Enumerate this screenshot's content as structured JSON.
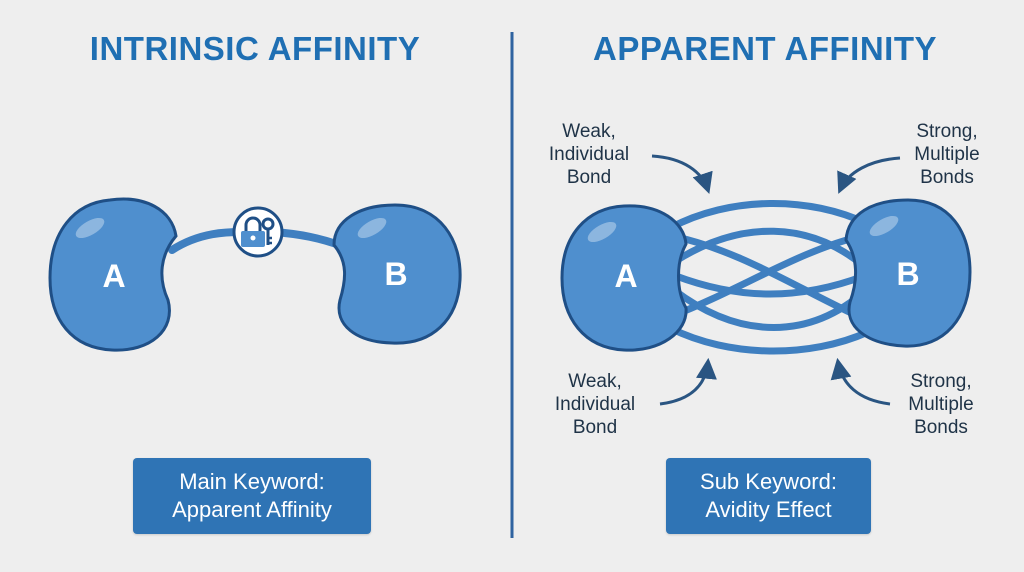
{
  "colors": {
    "background": "#eeeeee",
    "title": "#1f6fb3",
    "protein_fill": "#4f8fce",
    "protein_stroke": "#1f4f86",
    "bond": "#3f7fc0",
    "bond_stroke": "#1f4f86",
    "divider": "#2f63a0",
    "arrow": "#2a5582",
    "keyword_box": "#2f74b5"
  },
  "left_panel": {
    "title": "INTRINSIC AFFINITY",
    "protein_a": "A",
    "protein_b": "B",
    "bond_icon": "lock-and-key-icon",
    "keyword": {
      "line1": "Main Keyword:",
      "line2": "Apparent Affinity"
    }
  },
  "right_panel": {
    "title": "APPARENT AFFINITY",
    "protein_a": "A",
    "protein_b": "B",
    "callouts": {
      "top_left": [
        "Weak,",
        "Individual",
        "Bond"
      ],
      "top_right": [
        "Strong,",
        "Multiple",
        "Bonds"
      ],
      "bottom_left": [
        "Weak,",
        "Individual",
        "Bond"
      ],
      "bottom_right": [
        "Strong,",
        "Multiple",
        "Bonds"
      ]
    },
    "keyword": {
      "line1": "Sub Keyword:",
      "line2": "Avidity Effect"
    }
  }
}
